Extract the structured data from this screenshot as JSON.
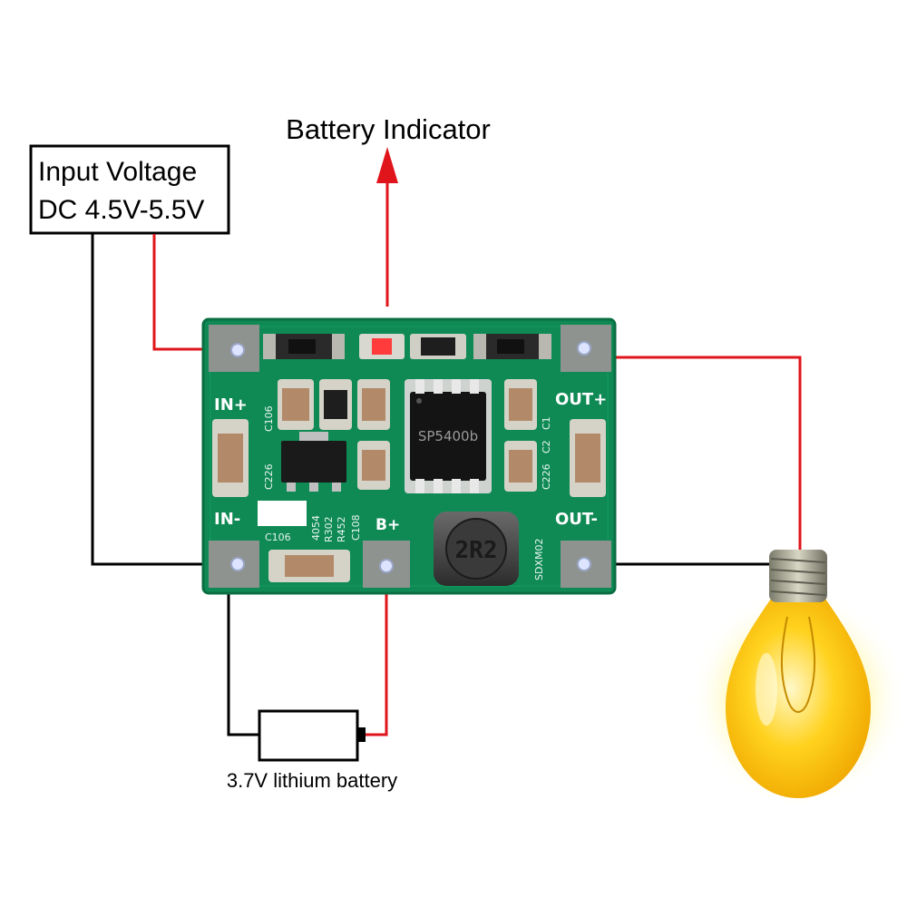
{
  "labels": {
    "battery_indicator": "Battery Indicator",
    "input_voltage_line1": "Input Voltage",
    "input_voltage_line2": "DC 4.5V-5.5V",
    "battery_label": "3.7V lithium battery"
  },
  "board": {
    "in_plus": "IN+",
    "in_minus": "IN-",
    "out_plus": "OUT+",
    "out_minus": "OUT-",
    "b_plus": "B+",
    "ic_marking": "SP5400b",
    "inductor_marking": "2R2",
    "model_marking": "SDXM02",
    "ref_c106_top": "C106",
    "ref_c226_left": "C226",
    "ref_c106_bottom": "C106",
    "ref_4054": "4054",
    "ref_r302": "R302",
    "ref_r452": "R452",
    "ref_c108": "C108",
    "ref_c1": "C1",
    "ref_c2": "C2",
    "ref_c226_right": "C226"
  },
  "colors": {
    "wire_positive": "#e0141b",
    "wire_negative": "#000000",
    "pcb": "#0f8a55",
    "bulb_glow": "#fff200"
  },
  "icons": {
    "bulb": "light-bulb-icon",
    "battery": "battery-icon",
    "arrow": "arrow-up-icon"
  }
}
